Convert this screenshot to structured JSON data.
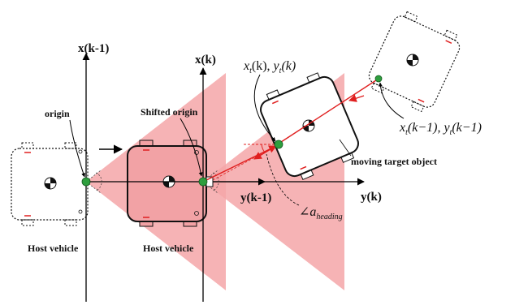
{
  "labels": {
    "x_prev": "x(k-1)",
    "x_curr": "x(k)",
    "y_prev": "y(k-1)",
    "y_curr": "y(k)",
    "origin": "origin",
    "shifted_origin": "Shifted origin",
    "host_vehicle_left": "Host vehicle",
    "host_vehicle_right": "Host vehicle",
    "moving_target": "moving target object",
    "target_pos_k": {
      "x": "x",
      "x_sub": "t",
      "x_arg": "(k),",
      "y": "y",
      "y_sub": "t",
      "y_arg": "(k)"
    },
    "target_pos_k1": {
      "x": "x",
      "x_sub": "t",
      "x_arg": "(k−1),",
      "y": "y",
      "y_sub": "t",
      "y_arg": "(k−1)"
    },
    "heading_angle": {
      "symbol": "∠",
      "a": "a",
      "sub": "heading"
    }
  },
  "colors": {
    "sensor_fov": "#f4a6a8",
    "vehicle_fill": "#f2a2a5",
    "red_line": "#e02020",
    "origin_dot": "#2e9e3e",
    "axis": "#000000"
  }
}
